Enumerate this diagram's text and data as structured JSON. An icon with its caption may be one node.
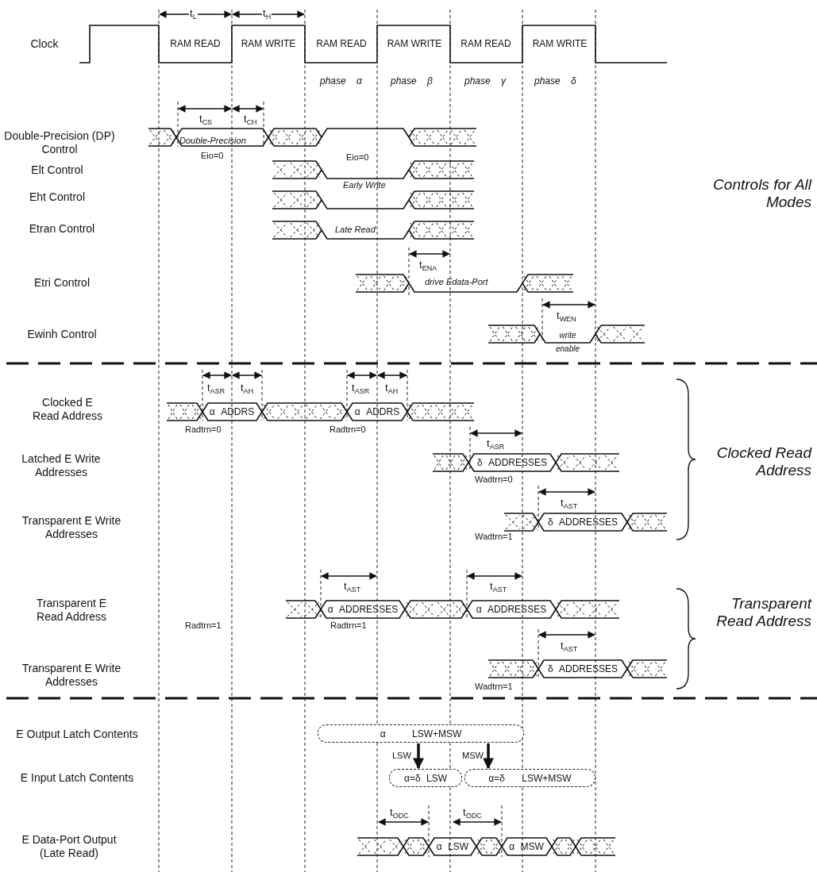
{
  "diagram": {
    "nodes": [
      {
        "text": [
          "α LSW+MSW"
        ]
      },
      {
        "text": [
          "α=δ LSW"
        ]
      },
      {
        "text": [
          "α=δ LSW+MSW"
        ]
      }
    ],
    "edges": [
      {
        "from": 0,
        "to": 1,
        "arrow": "to",
        "label": "LSW"
      },
      {
        "from": 0,
        "to": 2,
        "arrow": "to",
        "label": "MSW"
      }
    ],
    "labels": [
      "t$_{L}$",
      "t$_{H}$",
      "Clock",
      "RAM READ",
      "RAM WRITE",
      "RAM READ",
      "RAM WRITE",
      "RAM READ",
      "RAM WRITE",
      "phase α",
      "phase β",
      "phase γ",
      "phase δ",
      "t$_{CS}$",
      "t$_{CH}$",
      "Double-Precision (DP) Control",
      "Double-Precision",
      "Eio=0",
      "Eio=0",
      "Elt Control",
      "Early Write",
      "Eht Control",
      "Etran Control",
      "Late Read",
      "t$_{ENA}$",
      "Etri Control",
      "drive Edata-Port",
      "Controls for All Modes",
      "t$_{WEN}$",
      "Ewinh Control",
      "write enable",
      "t$_{ASR}$",
      "t$_{AH}$",
      "Clocked E Read Address",
      "α ADDRS",
      "Radtrn=0",
      "t$_{ASR}$",
      "t$_{AH}$",
      "α ADDRS",
      "Radtrn=0",
      "t$_{ASR}$",
      "Latched E Write Addresses",
      "δ ADDRESSES",
      "Wadtrn=0",
      "Clocked Read Address",
      "t$_{AST}$",
      "Transparent E Write Addresses",
      "δ ADDRESSES",
      "Wadtrn=1",
      "t$_{AST}$",
      "t$_{AST}$",
      "Transparent E Read Address",
      "α ADDRESSES",
      "Radtrn=1",
      "α ADDRESSES",
      "Radtrn=1",
      "t$_{AST}$",
      "Transparent Read Address",
      "Transparent E Write Addresses",
      "δ ADDRESSES",
      "Wadtrn=1",
      "E Output Latch Contents",
      "E Input Latch Contents",
      "t$_{ODC}$",
      "t$_{ODC}$",
      "E Data-Port Output (Late Read)",
      "α LSW",
      "α MSW"
    ]
  }
}
